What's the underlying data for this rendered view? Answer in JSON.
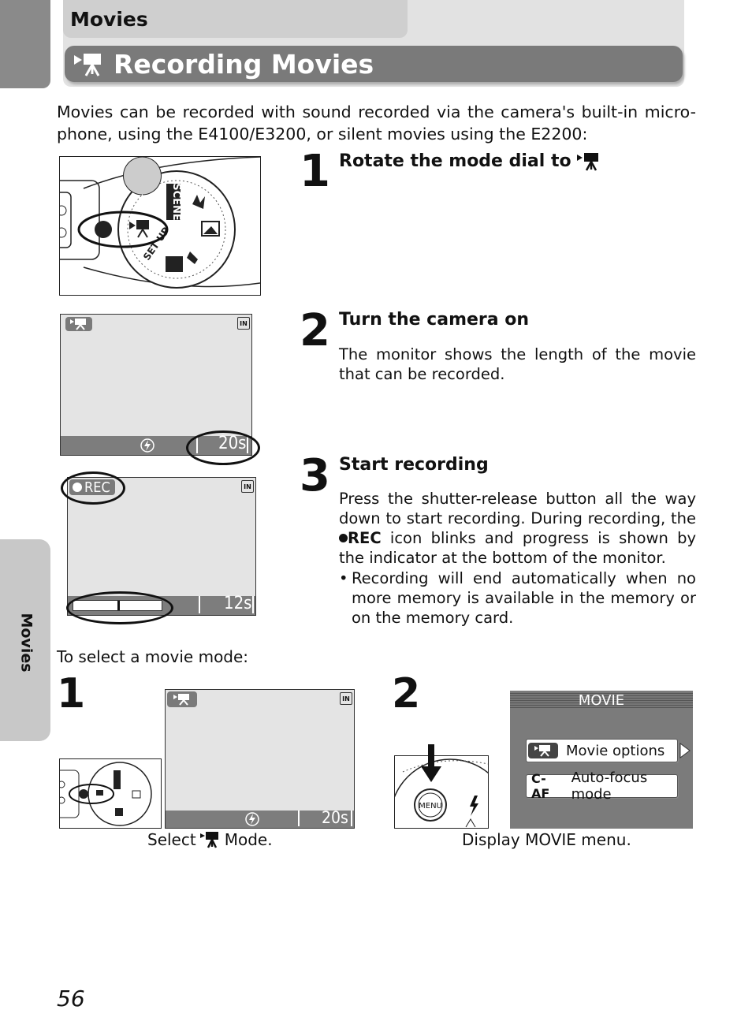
{
  "header": {
    "section": "Movies",
    "title": "Recording Movies"
  },
  "intro": "Movies can be recorded with sound recorded via the camera's built-in micro-phone, using the E4100/E3200, or silent movies using the E2200:",
  "steps": [
    {
      "number": "1",
      "heading": "Rotate the mode dial to"
    },
    {
      "number": "2",
      "heading": "Turn the camera on",
      "body": "The monitor shows the length of the movie that can be recorded."
    },
    {
      "number": "3",
      "heading": "Start recording",
      "body_pre": "Press the shutter-release button all the way down to start recording. During recording, the",
      "body_rec": "REC",
      "body_post": "icon blinks and progress is shown by the indicator at the bottom of the monitor.",
      "bullet": "Recording will end automatically when no more memory is available in the memory or on the memory card."
    }
  ],
  "select_mode_intro": "To select a movie mode:",
  "substeps": [
    {
      "number": "1",
      "caption_pre": "Select",
      "caption_post": "Mode."
    },
    {
      "number": "2",
      "caption": "Display MOVIE menu."
    }
  ],
  "dial": {
    "scene_label": "SCENE",
    "setup_label": "SET UP"
  },
  "lcd": {
    "memory_icon": "IN",
    "remaining_20": "20s",
    "remaining_12": "12s",
    "rec_label": "REC",
    "progress": 0.5
  },
  "movie_menu": {
    "title": "MOVIE",
    "items": [
      {
        "label": "Movie options"
      },
      {
        "icon_text": "C-AF",
        "label": "Auto-focus mode"
      }
    ]
  },
  "menu_button": "MENU",
  "side_tab": "Movies",
  "page_number": "56"
}
